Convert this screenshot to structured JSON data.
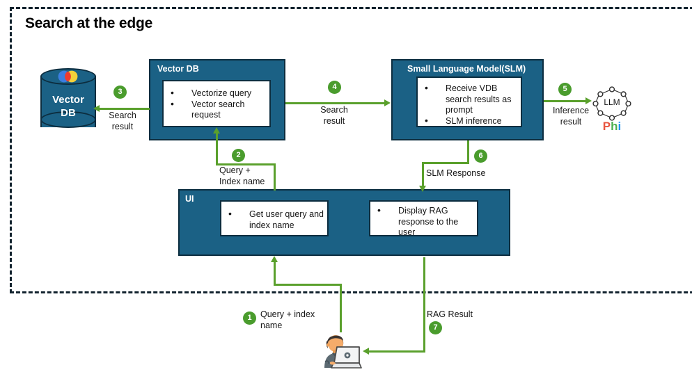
{
  "title": "Search at the edge",
  "boundary": {
    "name": "edge-boundary"
  },
  "nodes": {
    "vector_db_store": {
      "label": "Vector\nDB",
      "logo": "elastic-logo-icon"
    },
    "vector_db_box": {
      "title": "Vector DB",
      "bullets": [
        "Vectorize query",
        "Vector search request"
      ]
    },
    "slm_box": {
      "title": "Small Language Model(SLM)",
      "bullets": [
        "Receive VDB search results as prompt",
        "SLM inference"
      ]
    },
    "llm": {
      "label": "LLM",
      "brand": "Phi",
      "brand_letters": [
        "P",
        "h",
        "i"
      ]
    },
    "ui_box": {
      "title": "UI",
      "cards": [
        {
          "bullets": [
            "Get user query and index name"
          ]
        },
        {
          "bullets": [
            "Display RAG response to the user"
          ]
        }
      ]
    },
    "user": {
      "icon": "person-with-laptop-icon"
    }
  },
  "flows": [
    {
      "step": "1",
      "label": "Query + index\nname"
    },
    {
      "step": "2",
      "label": "Query +\nIndex name"
    },
    {
      "step": "3",
      "label": "Search\nresult"
    },
    {
      "step": "4",
      "label": "Search\nresult"
    },
    {
      "step": "5",
      "label": "Inference\nresult"
    },
    {
      "step": "6",
      "label": "SLM Response"
    },
    {
      "step": "7",
      "label": "RAG Result"
    }
  ],
  "colors": {
    "teal": "#1b6185",
    "border_dark": "#0c2d3f",
    "arrow_green": "#5aa02c",
    "badge_green": "#4a9c2d",
    "boundary": "#12232e"
  }
}
